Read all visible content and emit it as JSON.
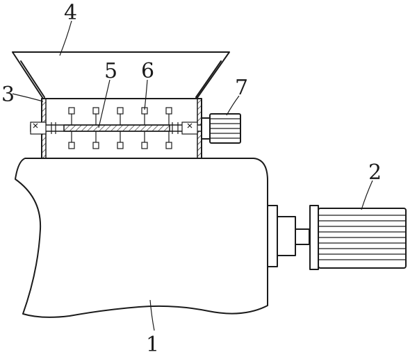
{
  "labels": {
    "body": "1",
    "motor_large": "2",
    "crush_box": "3",
    "hopper": "4",
    "shaft": "5",
    "blade": "6",
    "motor_small": "7"
  }
}
